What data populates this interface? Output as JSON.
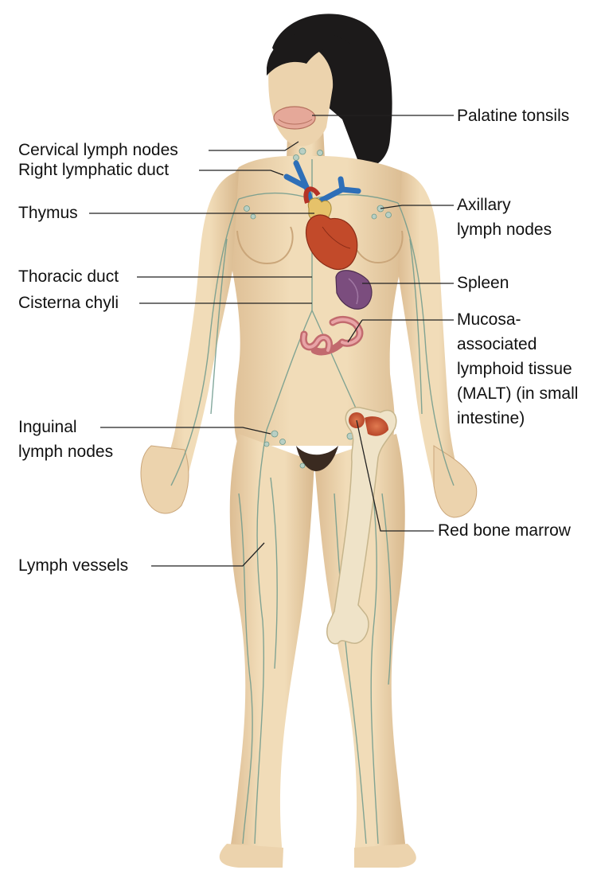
{
  "labels": {
    "palatine_tonsils": "Palatine tonsils",
    "cervical_lymph_nodes": "Cervical lymph nodes",
    "right_lymphatic_duct": "Right lymphatic duct",
    "thymus": "Thymus",
    "axillary_lymph_nodes_1": "Axillary",
    "axillary_lymph_nodes_2": "lymph nodes",
    "thoracic_duct": "Thoracic duct",
    "cisterna_chyli": "Cisterna chyli",
    "spleen": "Spleen",
    "malt_1": "Mucosa-",
    "malt_2": "associated",
    "malt_3": "lymphoid tissue",
    "malt_4": "(MALT) (in small",
    "malt_5": "intestine)",
    "inguinal_1": "Inguinal",
    "inguinal_2": "lymph nodes",
    "red_bone_marrow": "Red bone marrow",
    "lymph_vessels": "Lymph vessels"
  },
  "colors": {
    "skin": "#ecd3ad",
    "skin_shadow": "#d9b98f",
    "hair": "#1c1a1a",
    "vessel": "#6e9a8c",
    "node": "#b8cfc4",
    "heart": "#c24a2a",
    "vein_blue": "#2e6fb8",
    "spleen": "#7b4d7e",
    "intestine": "#d88a8c",
    "bone": "#efe3c8",
    "marrow": "#d0603a",
    "leader_line": "#222222"
  }
}
